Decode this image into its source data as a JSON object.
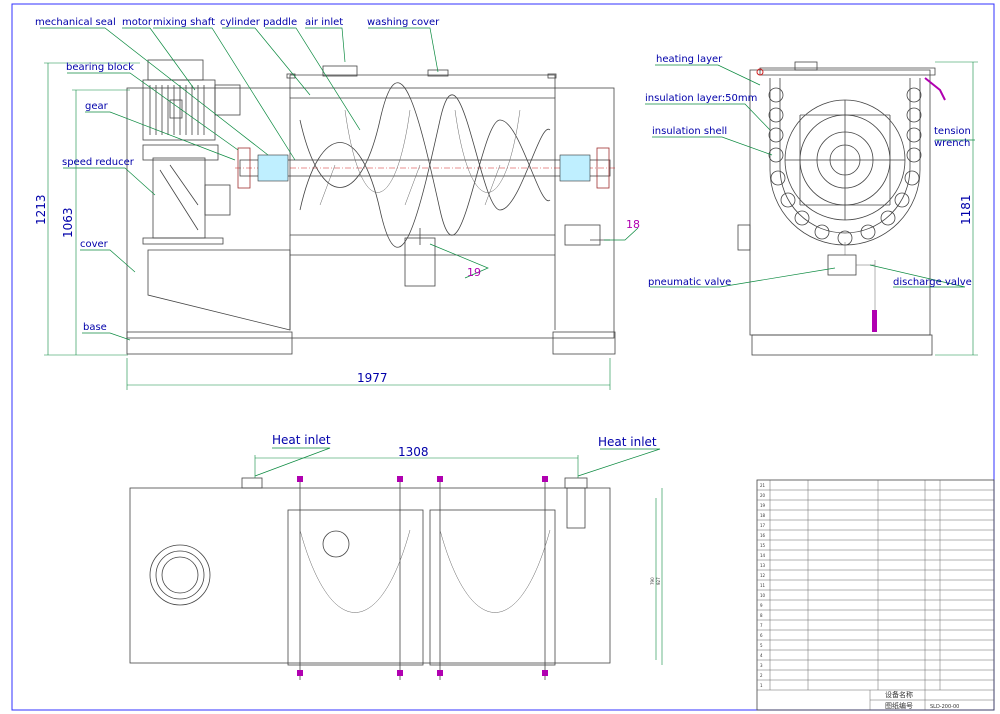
{
  "labels": {
    "mechanical_seal": "mechanical seal",
    "motor": "motor",
    "mixing_shaft": "mixing shaft",
    "cylinder": "cylinder",
    "paddle": "paddle",
    "air_inlet": "air inlet",
    "washing_cover": "washing cover",
    "bearing_block": "bearing block",
    "gear": "gear",
    "speed_reducer": "speed reducer",
    "cover": "cover",
    "base": "base",
    "heating_layer": "heating layer",
    "insulation_layer": "insulation layer:50mm",
    "insulation_shell": "insulation shell",
    "tension_wrench_1": "tension",
    "tension_wrench_2": "wrench",
    "pneumatic_valve": "pneumatic valve",
    "discharge_valve": "discharge valve",
    "heat_inlet_left": "Heat inlet",
    "heat_inlet_right": "Heat inlet",
    "part_18": "18",
    "part_19": "19"
  },
  "dimensions": {
    "height_total": "1213",
    "height_body": "1063",
    "length_total": "1977",
    "side_height": "1181",
    "top_length": "1308",
    "top_width_a": "790",
    "top_width_b": "927"
  },
  "title_block": {
    "rows": [
      "21",
      "20",
      "19",
      "18",
      "17",
      "16",
      "15",
      "14",
      "13",
      "12",
      "11",
      "10",
      "9",
      "8",
      "7",
      "6",
      "5",
      "4",
      "3",
      "2",
      "1"
    ],
    "name_label": "设备名称",
    "drawing_label": "图纸编号",
    "drawing_no": "SLD-200-00"
  }
}
